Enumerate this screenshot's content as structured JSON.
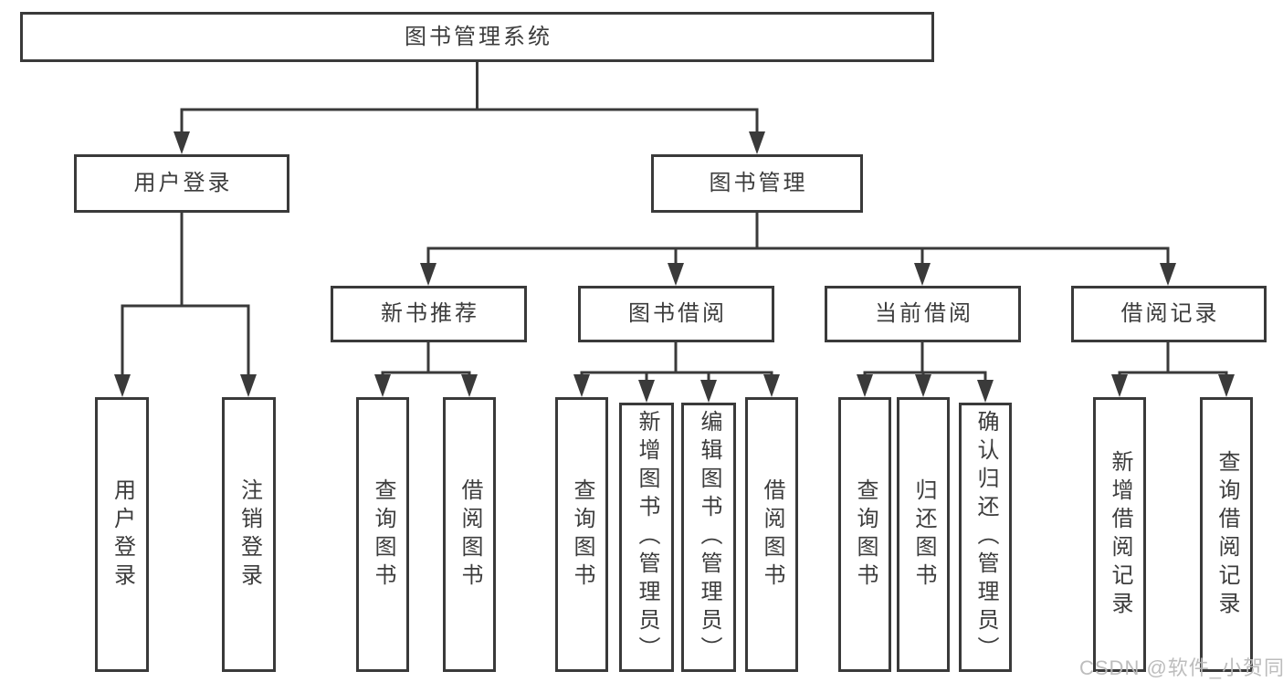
{
  "root": "图书管理系统",
  "branches": [
    {
      "label": "用户登录",
      "children": [
        {
          "label": "用户登录"
        },
        {
          "label": "注销登录"
        }
      ]
    },
    {
      "label": "图书管理",
      "sections": [
        {
          "label": "新书推荐",
          "children": [
            {
              "label": "查询图书"
            },
            {
              "label": "借阅图书"
            }
          ]
        },
        {
          "label": "图书借阅",
          "children": [
            {
              "label": "查询图书"
            },
            {
              "label": "新增图书（管理员）"
            },
            {
              "label": "编辑图书（管理员）"
            },
            {
              "label": "借阅图书"
            }
          ]
        },
        {
          "label": "当前借阅",
          "children": [
            {
              "label": "查询图书"
            },
            {
              "label": "归还图书"
            },
            {
              "label": "确认归还（管理员）"
            }
          ]
        },
        {
          "label": "借阅记录",
          "children": [
            {
              "label": "新增借阅记录"
            },
            {
              "label": "查询借阅记录"
            }
          ]
        }
      ]
    }
  ],
  "watermark": "CSDN @软件_小贺同学",
  "colors": {
    "line": "#3a3a3a",
    "box_border": "#3a3a3a",
    "text": "#3c3c3c",
    "background": "#ffffff",
    "watermark": "#b9b9b9"
  }
}
